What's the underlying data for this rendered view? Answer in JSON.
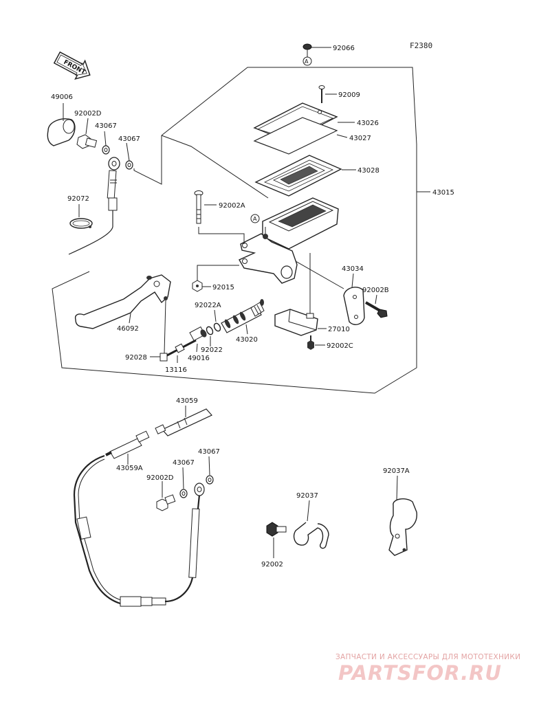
{
  "figure_code": "F2380",
  "front_label": "FRONT",
  "ref_marker": "A",
  "watermark": {
    "caption": "ЗАПЧАСТИ И АКСЕССУАРЫ ДЛЯ МОТОТЕХНИКИ",
    "logo": "PARTSFOR.RU"
  },
  "parts": {
    "p92066": "92066",
    "p92009": "92009",
    "p43026": "43026",
    "p43027": "43027",
    "p43028": "43028",
    "p43015": "43015",
    "p49006": "49006",
    "p92002D_top": "92002D",
    "p43067_a": "43067",
    "p43067_b": "43067",
    "p92072": "92072",
    "p92002A": "92002A",
    "p43034": "43034",
    "p92002B": "92002B",
    "p92015": "92015",
    "p92022A": "92022A",
    "p46092": "46092",
    "p43020": "43020",
    "p27010": "27010",
    "p92002C": "92002C",
    "p92022": "92022",
    "p92028": "92028",
    "p49016": "49016",
    "p13116": "13116",
    "p43059": "43059",
    "p43059A": "43059A",
    "p43067_c": "43067",
    "p43067_d": "43067",
    "p92002D_bot": "92002D",
    "p92037A": "92037A",
    "p92037": "92037",
    "p92002": "92002"
  }
}
